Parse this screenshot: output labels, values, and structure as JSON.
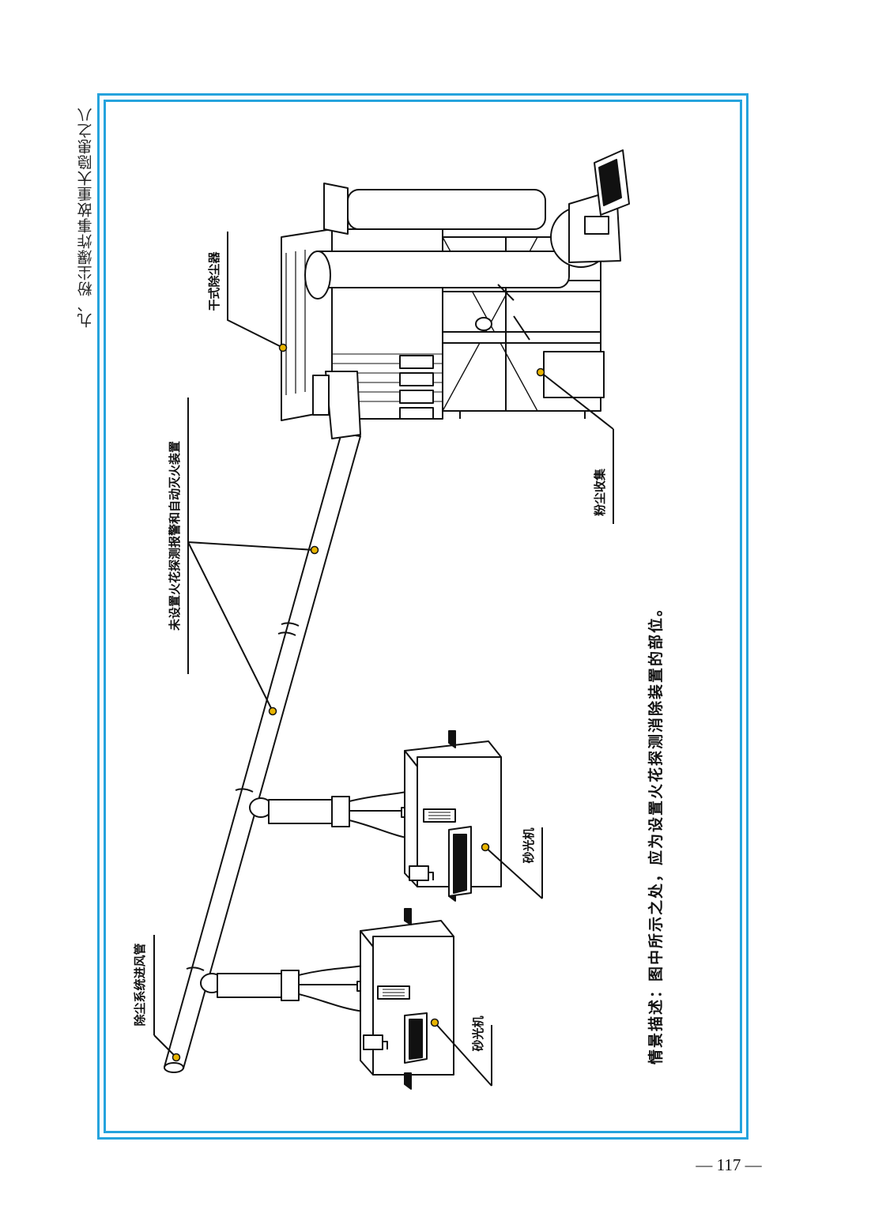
{
  "header": {
    "running_title": "九、粉尘爆炸事故重大隐患之八"
  },
  "figure": {
    "labels": {
      "dust_collector": "干式除尘器",
      "no_device": "未设置火花探测报警和自动灭火装置",
      "dust_collection": "粉尘收集",
      "sander_1": "砂光机",
      "sander_2": "砂光机",
      "inlet_duct": "除尘系统进风管"
    },
    "description": "情景描述：图中所示之处，应为设置火花探测消除装置的部位。"
  },
  "footer": {
    "page_number": "— 117 —"
  }
}
